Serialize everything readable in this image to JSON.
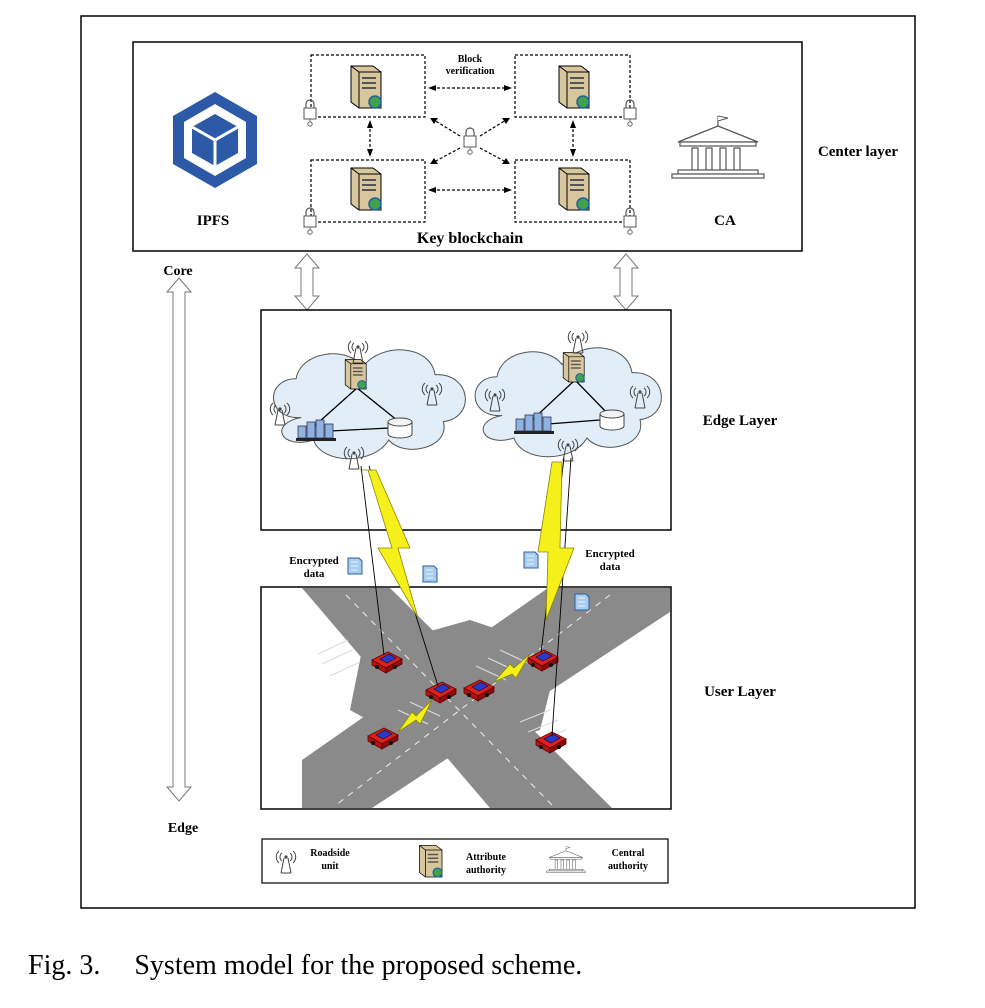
{
  "center_layer": {
    "label": "Center layer",
    "ipfs_label": "IPFS",
    "ca_label": "CA",
    "blockchain_label": "Key blockchain",
    "block_verification_label": [
      "Block",
      "verification"
    ]
  },
  "axis": {
    "top_label": "Core",
    "bottom_label": "Edge"
  },
  "edge_layer": {
    "label": "Edge Layer"
  },
  "user_layer": {
    "label": "User Layer"
  },
  "links": {
    "left_label": [
      "Encrypted",
      "data"
    ],
    "right_label": [
      "Encrypted",
      "data"
    ]
  },
  "legend": {
    "roadside_unit": [
      "Roadside",
      "unit"
    ],
    "attribute_authority": [
      "Attribute",
      "authority"
    ],
    "central_authority": [
      "Central",
      "authority"
    ]
  },
  "caption": {
    "label": "Fig. 3.",
    "text": "System model for the proposed scheme."
  },
  "colors": {
    "ipfs_blue": "#2d5aa6",
    "lightning": "#f5f01a",
    "car_red": "#d9201c",
    "car_blue": "#2b37c9",
    "road_gray": "#8a8a8a",
    "cloud_fill": "#e1eef8",
    "server_tan": "#d8c79c"
  },
  "icons": [
    "ipfs-icon",
    "server-icon",
    "lock-icon",
    "central-authority-icon",
    "cloud-icon",
    "antenna-icon",
    "database-icon",
    "document-icon",
    "lightning-icon",
    "car-icon"
  ]
}
